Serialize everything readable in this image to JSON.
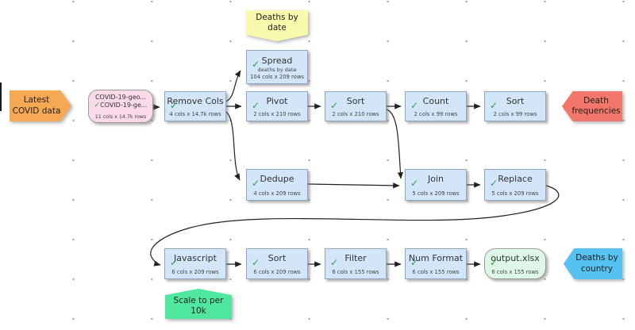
{
  "palette": {
    "node-blue": "#d3e5f8",
    "node-blue-border": "#8fa8c4",
    "node-pink": "#fad9e8",
    "node-green": "#ddf8e6",
    "flag-orange": "#f6a853",
    "flag-red": "#f3766a",
    "flag-cyan": "#56c2f1",
    "note-yellow": "#f9f9ad",
    "note-green": "#4fe79e",
    "check-green": "#2ea04a",
    "connector": "#202020"
  },
  "flags": {
    "source": {
      "text": "Latest COVID data"
    },
    "death_frequencies": {
      "text": "Death frequencies"
    },
    "deaths_by_country": {
      "text": "Deaths by country"
    }
  },
  "notes": {
    "deaths_by_date": {
      "text": "Deaths by date"
    },
    "scale_to_per_10k": {
      "text": "Scale to per 10k"
    }
  },
  "nodes": {
    "source": {
      "line1": "COVID-19-geo...",
      "line2": "COVID-19-ge...",
      "info": "11 cols x 14.7k rows",
      "check": "✓"
    },
    "remove_cols": {
      "title": "Remove Cols",
      "info": "4 cols x 14.7k rows",
      "check": "✓"
    },
    "spread": {
      "title": "Spread",
      "note": "deaths by date",
      "info": "104 cols x 209 rows",
      "check": "✓"
    },
    "pivot": {
      "title": "Pivot",
      "info": "2 cols x 210 rows",
      "check": "✓"
    },
    "sort1": {
      "title": "Sort",
      "info": "2 cols x 210 rows",
      "check": "✓"
    },
    "count": {
      "title": "Count",
      "info": "2 cols x 99 rows",
      "check": "✓"
    },
    "sort2": {
      "title": "Sort",
      "info": "2 cols x 99 rows",
      "check": "✓"
    },
    "dedupe": {
      "title": "Dedupe",
      "info": "4 cols x 209 rows",
      "check": "✓"
    },
    "join": {
      "title": "Join",
      "info": "5 cols x 209 rows",
      "check": "✓"
    },
    "replace": {
      "title": "Replace",
      "info": "5 cols x 209 rows",
      "check": "✓"
    },
    "javascript": {
      "title": "Javascript",
      "info": "6 cols x 209 rows",
      "check": "✓"
    },
    "sort3": {
      "title": "Sort",
      "info": "6 cols x 209 rows",
      "check": "✓"
    },
    "filter": {
      "title": "Filter",
      "info": "6 cols x 155 rows",
      "check": "✓"
    },
    "num_format": {
      "title": "Num Format",
      "info": "6 cols x 155 rows",
      "check": "✓"
    },
    "output": {
      "title": "output.xlsx",
      "info": "6 cols x 155 rows",
      "check": "✓"
    }
  }
}
